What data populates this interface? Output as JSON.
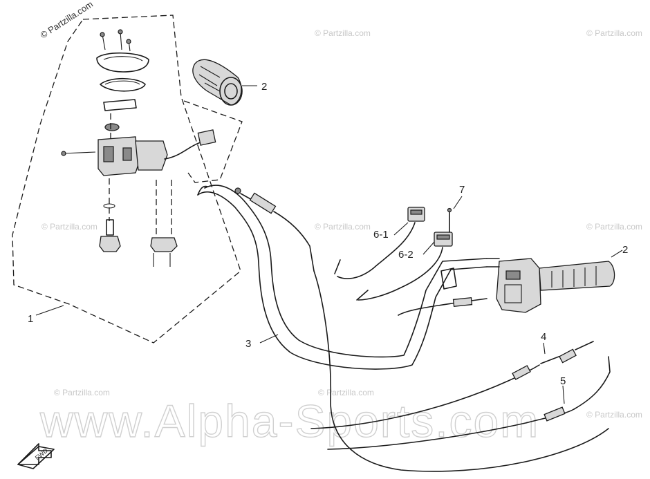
{
  "watermarks": {
    "corner": "© Partzilla.com",
    "tile": "© Partzilla.com",
    "banner": "www.Alpha-Sports.com"
  },
  "callouts": {
    "part_1": "1",
    "part_2_grip_left": "2",
    "part_2_grip_right": "2",
    "part_3": "3",
    "part_4": "4",
    "part_5": "5",
    "part_6_1": "6-1",
    "part_6_2": "6-2",
    "part_7": "7"
  },
  "fwd_arrow": {
    "label": "FWD"
  }
}
